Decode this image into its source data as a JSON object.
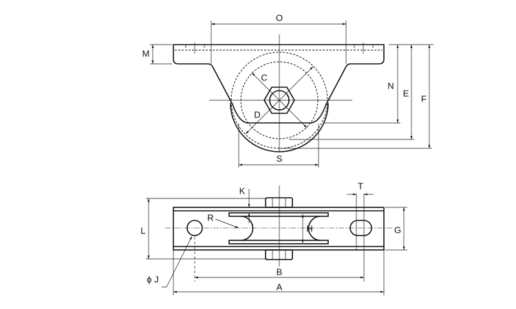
{
  "labels": {
    "O": "O",
    "M": "M",
    "C": "C",
    "N": "N",
    "E": "E",
    "F": "F",
    "D": "D",
    "S": "S",
    "K": "K",
    "T": "T",
    "R": "R",
    "L": "L",
    "H": "H",
    "G": "G",
    "B": "B",
    "J": "ϕ J",
    "A": "A"
  }
}
